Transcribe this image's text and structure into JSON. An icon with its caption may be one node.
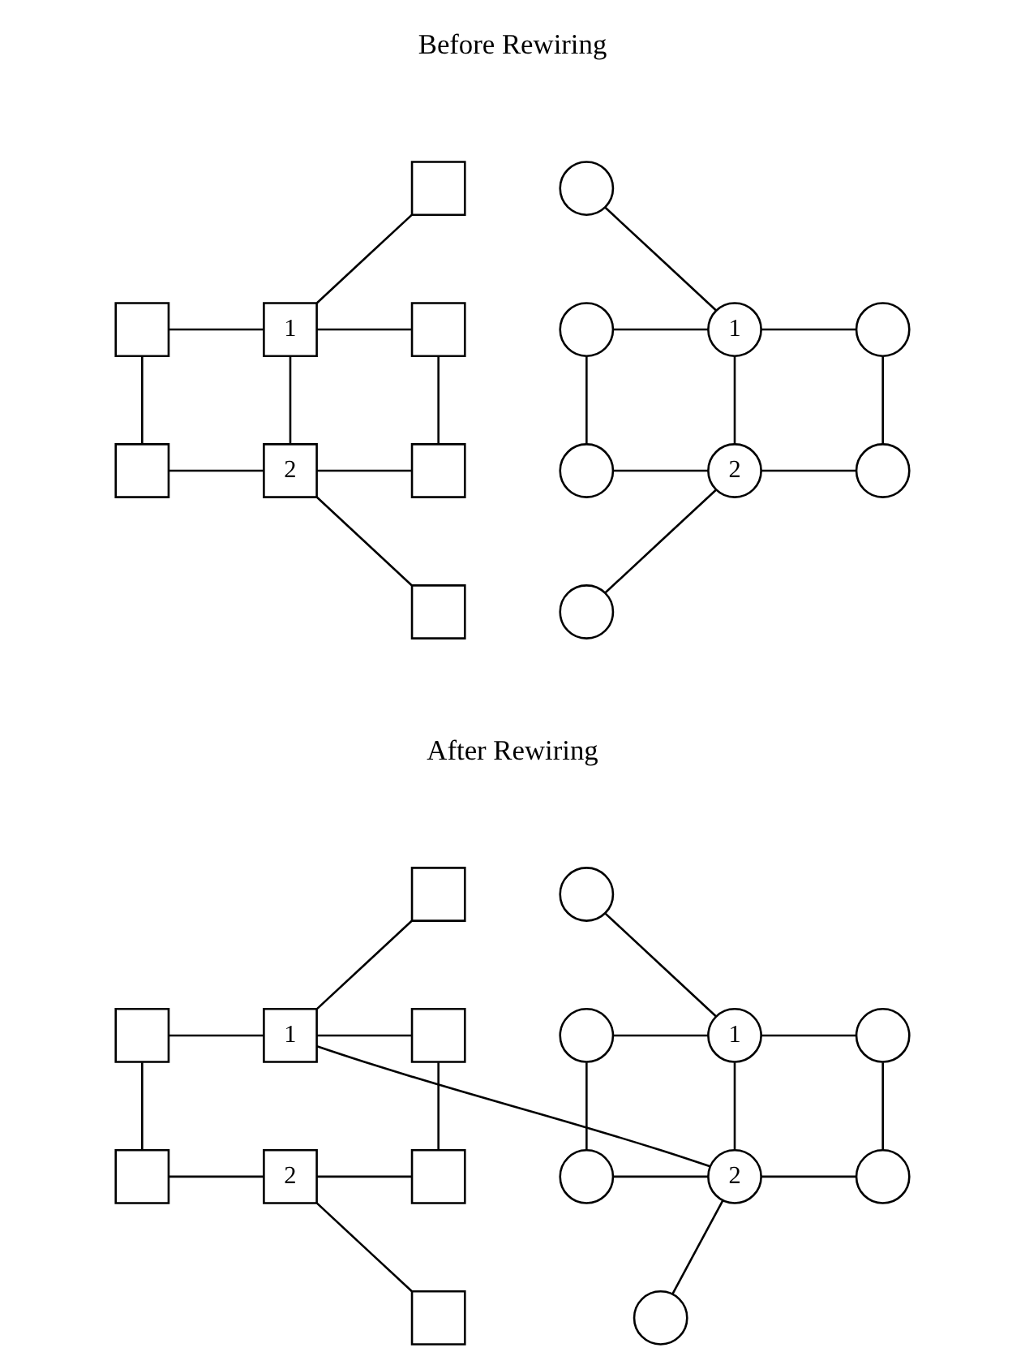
{
  "diagram": {
    "nodes": [
      {
        "text": [],
        "shape": "box"
      },
      {
        "text": [],
        "shape": "box"
      },
      {
        "text": [
          "1"
        ]
      },
      {
        "text": [],
        "shape": "box"
      },
      {
        "text": [],
        "shape": "box"
      },
      {
        "text": [
          "2"
        ]
      },
      {
        "text": [],
        "shape": "box"
      },
      {
        "text": [],
        "shape": "box"
      },
      {
        "text": [],
        "shape": "circle"
      },
      {
        "text": [],
        "shape": "circle"
      },
      {
        "text": [
          "1"
        ]
      },
      {
        "text": [],
        "shape": "circle"
      },
      {
        "text": [],
        "shape": "circle"
      },
      {
        "text": [
          "2"
        ]
      },
      {
        "text": [],
        "shape": "circle"
      },
      {
        "text": [],
        "shape": "circle"
      },
      {
        "text": [],
        "shape": "box"
      },
      {
        "text": [],
        "shape": "box"
      },
      {
        "text": [
          "1"
        ]
      },
      {
        "text": [],
        "shape": "box"
      },
      {
        "text": [],
        "shape": "box"
      },
      {
        "text": [
          "2"
        ]
      },
      {
        "text": [],
        "shape": "box"
      },
      {
        "text": [],
        "shape": "box"
      },
      {
        "text": [],
        "shape": "circle"
      },
      {
        "text": [],
        "shape": "circle"
      },
      {
        "text": [
          "1"
        ]
      },
      {
        "text": [],
        "shape": "circle"
      },
      {
        "text": [],
        "shape": "circle"
      },
      {
        "text": [
          "2"
        ]
      },
      {
        "text": [],
        "shape": "circle"
      },
      {
        "text": [],
        "shape": "circle"
      }
    ],
    "edges": [
      {
        "from": 0,
        "to": 2,
        "arrow": "none"
      },
      {
        "from": 1,
        "to": 2,
        "arrow": "none"
      },
      {
        "from": 2,
        "to": 3,
        "arrow": "none"
      },
      {
        "from": 1,
        "to": 4,
        "arrow": "none"
      },
      {
        "from": 2,
        "to": 5,
        "arrow": "none"
      },
      {
        "from": 3,
        "to": 6,
        "arrow": "none"
      },
      {
        "from": 4,
        "to": 5,
        "arrow": "none"
      },
      {
        "from": 5,
        "to": 6,
        "arrow": "none"
      },
      {
        "from": 5,
        "to": 7,
        "arrow": "none"
      },
      {
        "from": 8,
        "to": 10,
        "arrow": "none"
      },
      {
        "from": 9,
        "to": 10,
        "arrow": "none"
      },
      {
        "from": 10,
        "to": 11,
        "arrow": "none"
      },
      {
        "from": 9,
        "to": 12,
        "arrow": "none"
      },
      {
        "from": 10,
        "to": 13,
        "arrow": "none"
      },
      {
        "from": 11,
        "to": 14,
        "arrow": "none"
      },
      {
        "from": 12,
        "to": 13,
        "arrow": "none"
      },
      {
        "from": 13,
        "to": 14,
        "arrow": "none"
      },
      {
        "from": 13,
        "to": 15,
        "arrow": "none"
      },
      {
        "from": 16,
        "to": 18,
        "arrow": "none"
      },
      {
        "from": 17,
        "to": 18,
        "arrow": "none"
      },
      {
        "from": 18,
        "to": 19,
        "arrow": "none"
      },
      {
        "from": 17,
        "to": 20,
        "arrow": "none"
      },
      {
        "from": 19,
        "to": 22,
        "arrow": "none"
      },
      {
        "from": 20,
        "to": 21,
        "arrow": "none"
      },
      {
        "from": 21,
        "to": 22,
        "arrow": "none"
      },
      {
        "from": 21,
        "to": 23,
        "arrow": "none"
      },
      {
        "from": 18,
        "to": 29,
        "arrow": "none"
      },
      {
        "from": 24,
        "to": 26,
        "arrow": "none"
      },
      {
        "from": 25,
        "to": 26,
        "arrow": "none"
      },
      {
        "from": 26,
        "to": 27,
        "arrow": "none"
      },
      {
        "from": 25,
        "to": 28,
        "arrow": "none"
      },
      {
        "from": 26,
        "to": 29,
        "arrow": "none"
      },
      {
        "from": 27,
        "to": 30,
        "arrow": "none"
      },
      {
        "from": 28,
        "to": 29,
        "arrow": "none"
      },
      {
        "from": 29,
        "to": 30,
        "arrow": "none"
      },
      {
        "from": 29,
        "to": 31,
        "arrow": "none"
      }
    ],
    "labels": [
      "Before Rewiring",
      "After Rewiring"
    ]
  }
}
